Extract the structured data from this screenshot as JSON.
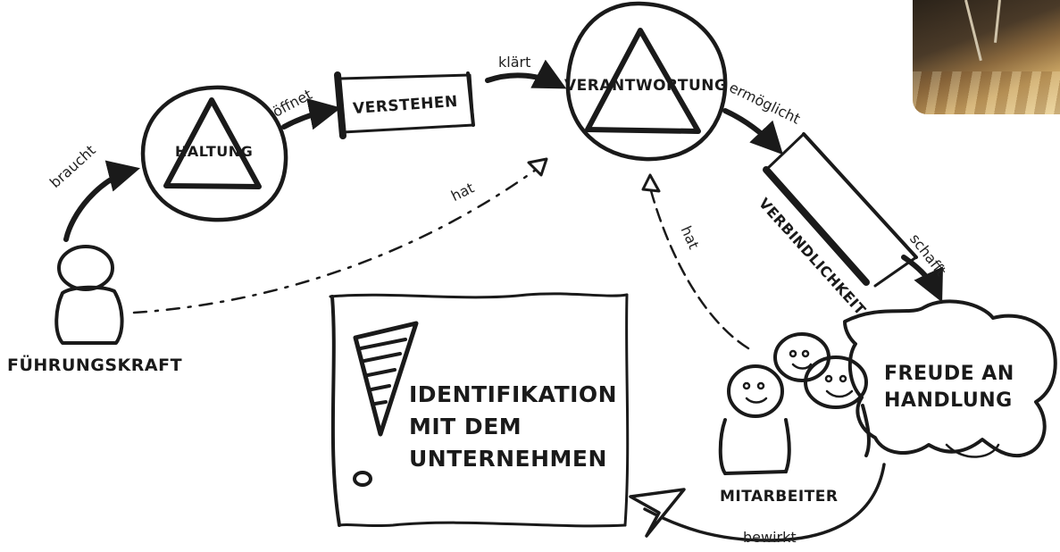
{
  "nodes": {
    "haltung": "HALTUNG",
    "verstehen": "VERSTEHEN",
    "verantwortung": "VERANTWORTUNG",
    "verbindlichkeit": "VERBINDLICHKEIT",
    "fuehrungskraft": "FÜHRUNGSKRAFT",
    "identifikation_line1": "IDENTIFIKATION",
    "identifikation_line2": "MIT DEM",
    "identifikation_line3": "UNTERNEHMEN",
    "freude_line1": "FREUDE AN",
    "freude_line2": "HANDLUNG",
    "mitarbeiter": "MITARBEITER"
  },
  "edges": {
    "braucht": "braucht",
    "oeffnet": "öffnet",
    "klaert": "klärt",
    "ermoeglicht": "ermöglicht",
    "schafft": "schafft",
    "hat_fuehrung": "hat",
    "hat_mitarbeiter": "hat",
    "bewirkt": "bewirkt"
  },
  "icons": {
    "triangle": "triangle-icon",
    "person": "person-icon",
    "group": "people-group-icon",
    "cloud": "cloud-icon",
    "exclamation": "exclamation-icon"
  },
  "colors": {
    "ink": "#1a1a1a",
    "background": "#ffffff"
  }
}
